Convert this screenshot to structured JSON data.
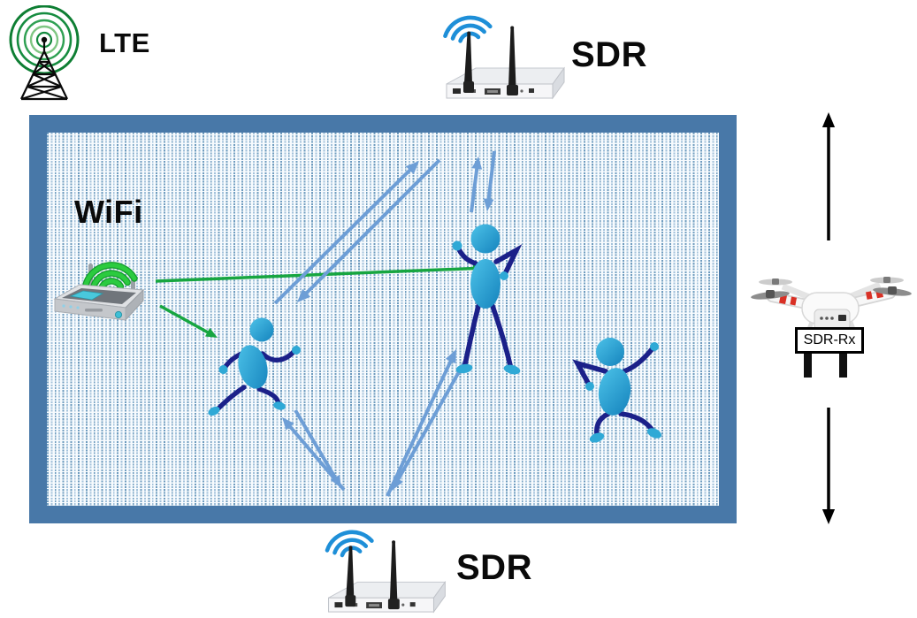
{
  "diagram": {
    "description": "RF sensing arena: LTE base station, WiFi router and two SDR transceivers illuminate three moving people; a drone-mounted SDR receiver hovers at the side moving up and down",
    "labels": {
      "lte": "LTE",
      "sdr_top": "SDR",
      "wifi": "WiFi",
      "sdr_bottom": "SDR",
      "drone_receiver": "SDR-Rx"
    },
    "colors": {
      "arena_border": "#4878A8",
      "pattern_dark": "#6F9CBF",
      "pattern_light": "#A3C2DB",
      "arrow_blue": "#6D9ED6",
      "arrow_green": "#17A640",
      "arrow_black": "#000000",
      "figure_body": "#2BA6D6",
      "figure_limbs": "#1B2089",
      "lte_ring_green": "#148A3C",
      "sdr_wave_blue": "#1E8FD8",
      "wifi_wave_green": "#2BCB3F",
      "drone_stripe_red": "#D93025",
      "label_text": "#000000"
    },
    "nodes": [
      {
        "id": "lte-tower",
        "icon": "cell-tower-icon",
        "label": "LTE"
      },
      {
        "id": "sdr-top",
        "icon": "sdr-device-icon",
        "label": "SDR"
      },
      {
        "id": "wifi-router",
        "icon": "wifi-router-icon",
        "label": "WiFi"
      },
      {
        "id": "sdr-bottom",
        "icon": "sdr-device-icon",
        "label": "SDR"
      },
      {
        "id": "drone-receiver",
        "icon": "quadcopter-drone-icon",
        "label": "SDR-Rx"
      },
      {
        "id": "person-running",
        "icon": "person-figure"
      },
      {
        "id": "person-dancing-center",
        "icon": "person-figure"
      },
      {
        "id": "person-dancing-right",
        "icon": "person-figure"
      }
    ],
    "links": [
      {
        "from": "wifi-router",
        "to": "person-dancing-center",
        "style": "green-arrow"
      },
      {
        "from": "wifi-router",
        "to": "person-running",
        "style": "green-arrow"
      },
      {
        "from": "person-running",
        "to": "sdr-top",
        "style": "blue-arrow",
        "bidirectional": true
      },
      {
        "from": "person-dancing-center",
        "to": "sdr-top",
        "style": "blue-arrow",
        "bidirectional": true
      },
      {
        "from": "person-running",
        "to": "sdr-bottom",
        "style": "blue-arrow",
        "bidirectional": true
      },
      {
        "from": "person-dancing-center",
        "to": "sdr-bottom",
        "style": "blue-arrow",
        "bidirectional": true
      },
      {
        "from": "drone-receiver",
        "to": "flight-path",
        "style": "black-arrow",
        "directions": [
          "up",
          "down"
        ]
      }
    ]
  }
}
